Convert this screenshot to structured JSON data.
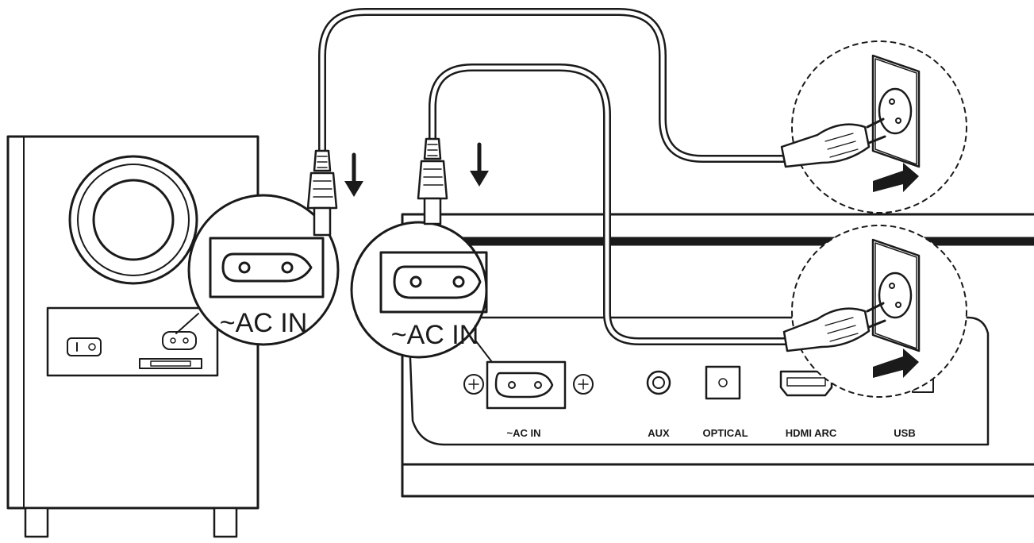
{
  "diagram": {
    "subwoofer_callout_label": "~AC IN",
    "soundbar_callout_label": "~AC IN",
    "soundbar_panel_labels": {
      "ac_in": "~AC IN",
      "aux": "AUX",
      "optical": "OPTICAL",
      "hdmi_arc": "HDMI ARC",
      "usb": "USB"
    }
  }
}
